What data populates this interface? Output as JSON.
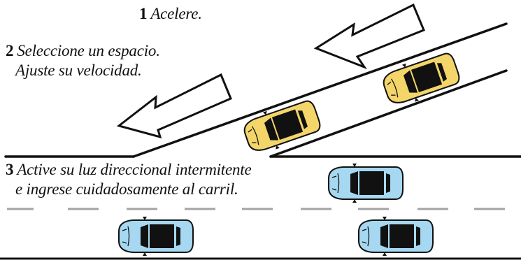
{
  "steps": [
    {
      "number": "1",
      "line1": "Acelere.",
      "line2": ""
    },
    {
      "number": "2",
      "line1": "Seleccione un espacio.",
      "line2": "Ajuste su velocidad."
    },
    {
      "number": "3",
      "line1": "Active su luz direccional intermitente",
      "line2": "e ingrese cuidadosamente al carril."
    }
  ],
  "colors": {
    "ink": "#111111",
    "merging_car": "#f3d56a",
    "highway_car": "#a6d8f2",
    "lane_dash": "#a3a3a3",
    "arrow_fill": "#ffffff"
  },
  "icons": [
    "direction-arrow",
    "car"
  ]
}
